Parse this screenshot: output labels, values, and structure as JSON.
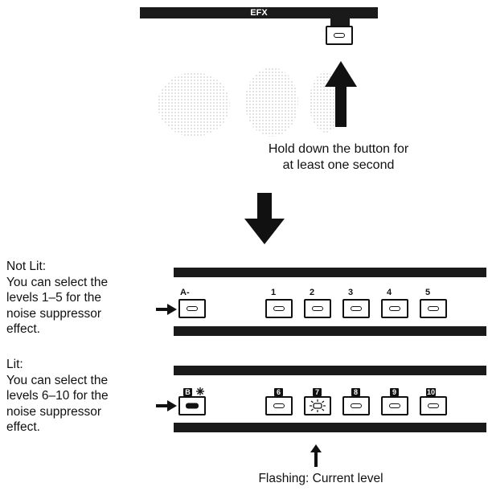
{
  "efx_label": "EFX",
  "hold_caption": [
    "Hold down the button for",
    "at least one second"
  ],
  "not_lit": {
    "heading": "Not Lit:",
    "lines": [
      "You can select the",
      "levels 1–5 for the",
      "noise suppressor",
      "effect."
    ],
    "labels": [
      "A-",
      "1",
      "2",
      "3",
      "4",
      "5"
    ]
  },
  "lit": {
    "heading": "Lit:",
    "lines": [
      "You can select the",
      "levels 6–10 for the",
      "noise suppressor",
      "effect."
    ],
    "first_label": "B",
    "labels": [
      "6",
      "7",
      "8",
      "9",
      "10"
    ]
  },
  "flashing_caption": "Flashing: Current level",
  "colors": {
    "ink": "#111111",
    "bar": "#1a1a1a",
    "paper": "#ffffff"
  },
  "icons": [
    "arrow-up-icon",
    "arrow-down-icon",
    "arrow-right-icon",
    "sparkle-icon",
    "flash-icon"
  ]
}
